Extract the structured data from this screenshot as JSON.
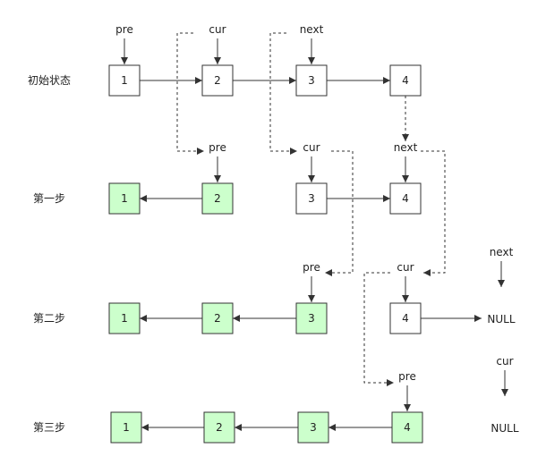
{
  "steps": [
    {
      "label": "初始状态",
      "nodes": [
        {
          "value": "1",
          "style": "plain"
        },
        {
          "value": "2",
          "style": "plain"
        },
        {
          "value": "3",
          "style": "plain"
        },
        {
          "value": "4",
          "style": "plain"
        }
      ],
      "links": "forward",
      "tail_null": "",
      "pointers": [
        {
          "name": "pre",
          "at": 0
        },
        {
          "name": "cur",
          "at": 1
        },
        {
          "name": "next",
          "at": 2
        }
      ]
    },
    {
      "label": "第一步",
      "nodes": [
        {
          "value": "1",
          "style": "reversed"
        },
        {
          "value": "2",
          "style": "reversed"
        },
        {
          "value": "3",
          "style": "plain"
        },
        {
          "value": "4",
          "style": "plain"
        }
      ],
      "links": "reversed-1-forward-3",
      "tail_null": "",
      "pointers": [
        {
          "name": "pre",
          "at": 1
        },
        {
          "name": "cur",
          "at": 2
        },
        {
          "name": "next",
          "at": 3
        }
      ]
    },
    {
      "label": "第二步",
      "nodes": [
        {
          "value": "1",
          "style": "reversed"
        },
        {
          "value": "2",
          "style": "reversed"
        },
        {
          "value": "3",
          "style": "reversed"
        },
        {
          "value": "4",
          "style": "plain"
        }
      ],
      "links": "reversed-2",
      "tail_null": "NULL",
      "pointers": [
        {
          "name": "pre",
          "at": 2
        },
        {
          "name": "cur",
          "at": 3
        },
        {
          "name": "next",
          "at": "null"
        }
      ]
    },
    {
      "label": "第三步",
      "nodes": [
        {
          "value": "1",
          "style": "reversed"
        },
        {
          "value": "2",
          "style": "reversed"
        },
        {
          "value": "3",
          "style": "reversed"
        },
        {
          "value": "4",
          "style": "reversed"
        }
      ],
      "links": "reversed-3",
      "tail_null": "NULL",
      "pointers": [
        {
          "name": "pre",
          "at": 3
        },
        {
          "name": "cur",
          "at": "null"
        }
      ]
    }
  ],
  "colors": {
    "reversed_fill": "#ccffcc",
    "plain_fill": "#ffffff",
    "stroke": "#333333",
    "line": "#333333"
  }
}
